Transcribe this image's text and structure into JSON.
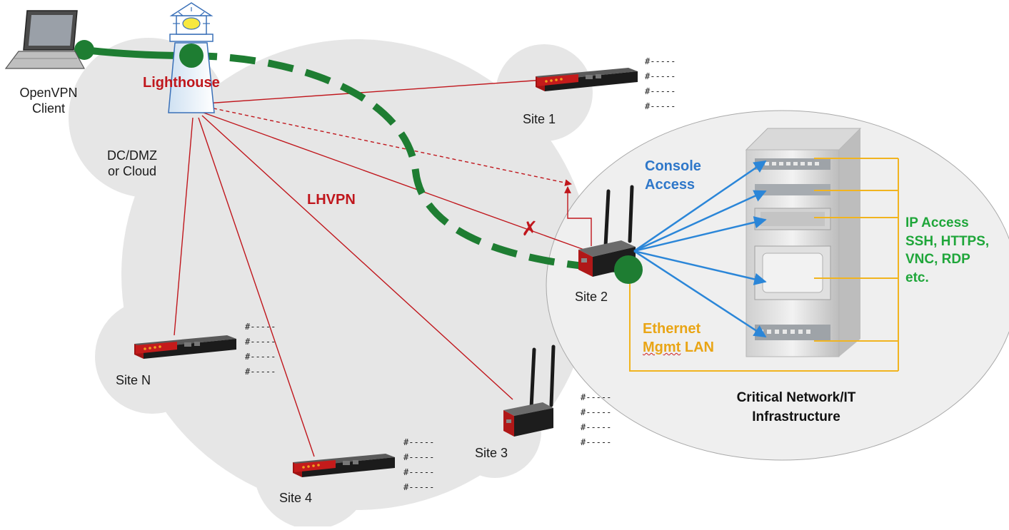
{
  "labels": {
    "client": [
      "OpenVPN",
      "Client"
    ],
    "lighthouse": "Lighthouse",
    "dc": [
      "DC/DMZ",
      "or Cloud"
    ],
    "lhvpn": "LHVPN",
    "console": [
      "Console",
      "Access"
    ],
    "ip_access": [
      "IP Access",
      "SSH, HTTPS,",
      "VNC, RDP",
      "etc."
    ],
    "ethernet": [
      "Ethernet",
      "Mgmt",
      "LAN"
    ],
    "critical": [
      "Critical Network/IT",
      "Infrastructure"
    ],
    "cross_mark": "✗"
  },
  "sites": [
    {
      "label": "Site 1",
      "ports": [
        "#-----",
        "#-----",
        "#-----",
        "#-----"
      ]
    },
    {
      "label": "Site 2"
    },
    {
      "label": "Site 3",
      "ports": [
        "#-----",
        "#-----",
        "#-----",
        "#-----"
      ]
    },
    {
      "label": "Site 4",
      "ports": [
        "#-----",
        "#-----",
        "#-----",
        "#-----"
      ]
    },
    {
      "label": "Site N",
      "ports": [
        "#-----",
        "#-----",
        "#-----",
        "#-----"
      ]
    }
  ],
  "colors": {
    "circle_fill": "#e6e6e6",
    "red_line": "#c0161c",
    "green_tunnel": "#1e7d32",
    "blue_arrow": "#2b86d8",
    "orange_line": "#f1b41f"
  }
}
